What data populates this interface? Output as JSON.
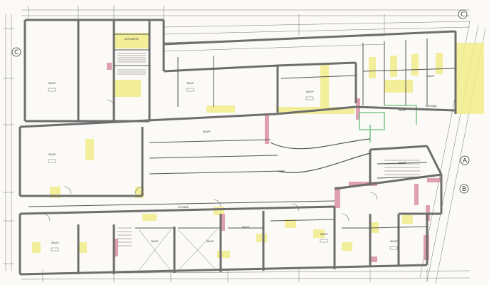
{
  "section_markers": {
    "left_top": "C",
    "right_top": "C",
    "right_mid": "A",
    "right_low": "B"
  },
  "room_labels": [
    {
      "id": "r1",
      "text": "SKLEP"
    },
    {
      "id": "r2",
      "text": "SCHODIŠTĚ"
    },
    {
      "id": "r3",
      "text": "SKLEP"
    },
    {
      "id": "r4",
      "text": "SKLEP"
    },
    {
      "id": "r5",
      "text": "SKLEP"
    },
    {
      "id": "r6",
      "text": "SKLEP"
    },
    {
      "id": "r7",
      "text": "KOTELNA"
    },
    {
      "id": "r8",
      "text": "SKLEP"
    },
    {
      "id": "r9",
      "text": "SKLEP"
    },
    {
      "id": "r10",
      "text": "CHODBA"
    },
    {
      "id": "r11",
      "text": "SKLEP"
    },
    {
      "id": "r12",
      "text": "SKLEP"
    },
    {
      "id": "r13",
      "text": "SKLEP"
    },
    {
      "id": "r14",
      "text": "SKLEP"
    },
    {
      "id": "r15",
      "text": "SKLEP"
    },
    {
      "id": "r16",
      "text": "SKLEP"
    },
    {
      "id": "r17",
      "text": "SKLEP"
    }
  ],
  "colors": {
    "wall": "#6e6e6e",
    "wall_fill": "#c9c9c9",
    "highlight_yellow": "#f1ec8a",
    "highlight_red": "#d98aa0",
    "highlight_green": "#7fc98f",
    "line": "#555555"
  }
}
